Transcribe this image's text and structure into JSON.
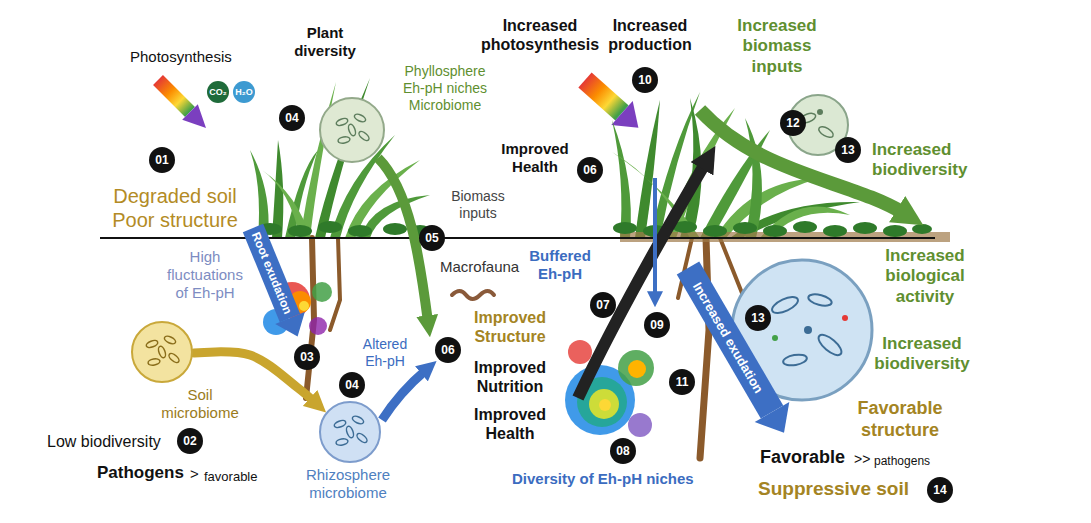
{
  "diagram": {
    "nodes": [
      {
        "text": [
          "Phyllosphere Eh-pH niches Microbiome"
        ]
      },
      {
        "text": [
          "Soil microbiome"
        ]
      },
      {
        "text": [
          "Rhizosphere microbiome"
        ]
      }
    ],
    "edges": [
      {
        "from": 1,
        "to": 2,
        "arrow": "to"
      }
    ],
    "labels": [
      "Photosynthesis",
      "Plant diversity",
      "CO₂",
      "H₂O",
      "01",
      "Degraded soil Poor structure",
      "04",
      "Biomass inputs",
      "05",
      "High fluctuations of Eh-pH",
      "Root exudation",
      "03",
      "Altered Eh-pH",
      "04",
      "Macrofauna",
      "06",
      "Low biodiversity",
      "02",
      "Pathogens",
      ">",
      "favorable",
      "Increased photosynthesis",
      "Increased production",
      "10",
      "Increased biomass inputs",
      "12",
      "13",
      "Increased biodiversity",
      "Improved Health",
      "06",
      "Buffered Eh-pH",
      "07",
      "Improved Structure",
      "Improved Nutrition",
      "Improved Health",
      "09",
      "Increased exudation",
      "11",
      "08",
      "Diversity of Eh-pH niches",
      "13",
      "Increased biological activity",
      "Increased biodiversity",
      "Favorable structure",
      "Favorable",
      ">>",
      "pathogens",
      "Suppressive soil",
      "14"
    ]
  }
}
